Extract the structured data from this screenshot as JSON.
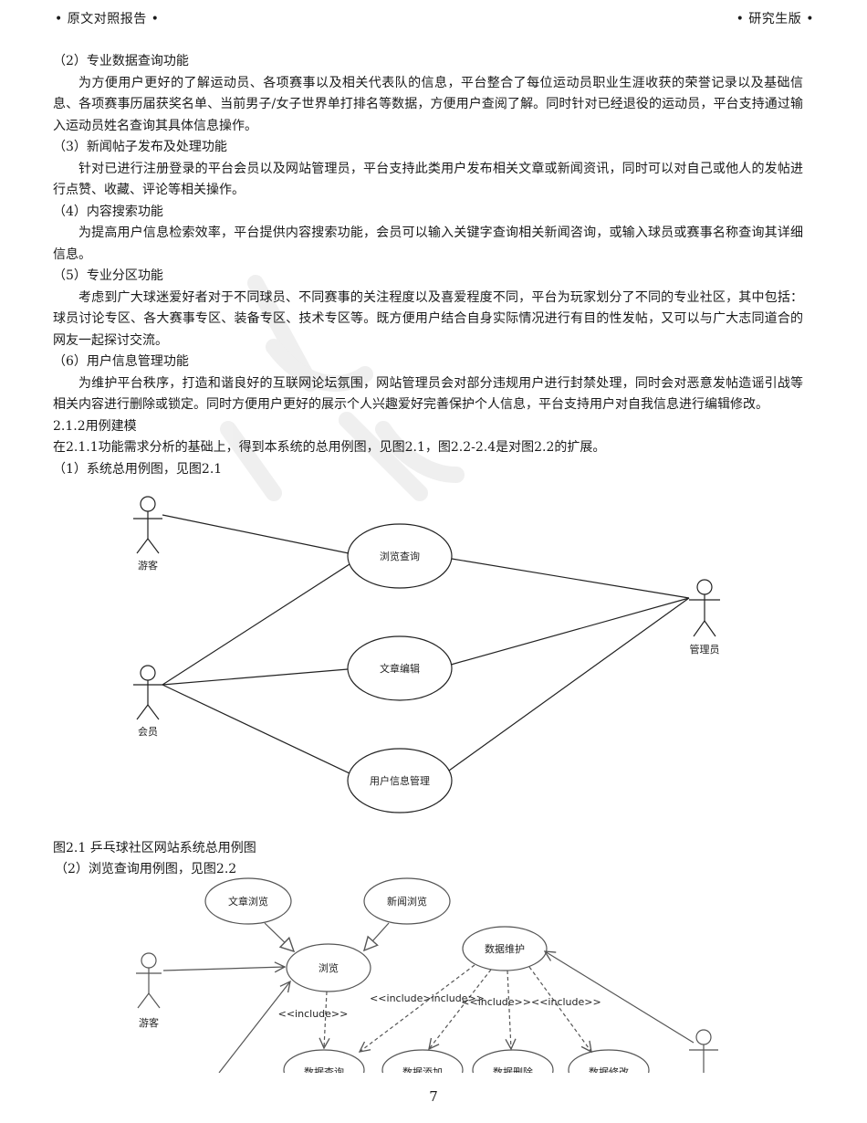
{
  "header": {
    "left": "• 原文对照报告 •",
    "right": "• 研究生版 •"
  },
  "paragraphs": [
    {
      "kind": "heading",
      "text": "（2）专业数据查询功能"
    },
    {
      "kind": "body",
      "text": "为方便用户更好的了解运动员、各项赛事以及相关代表队的信息，平台整合了每位运动员职业生涯收获的荣誉记录以及基础信息、各项赛事历届获奖名单、当前男子/女子世界单打排名等数据，方便用户查阅了解。同时针对已经退役的运动员，平台支持通过输入运动员姓名查询其具体信息操作。"
    },
    {
      "kind": "heading",
      "text": "（3）新闻帖子发布及处理功能"
    },
    {
      "kind": "body",
      "text": "针对已进行注册登录的平台会员以及网站管理员，平台支持此类用户发布相关文章或新闻资讯，同时可以对自己或他人的发帖进行点赞、收藏、评论等相关操作。"
    },
    {
      "kind": "heading",
      "text": "（4）内容搜索功能"
    },
    {
      "kind": "body",
      "text": "为提高用户信息检索效率，平台提供内容搜索功能，会员可以输入关键字查询相关新闻咨询，或输入球员或赛事名称查询其详细信息。"
    },
    {
      "kind": "heading",
      "text": "（5）专业分区功能"
    },
    {
      "kind": "body",
      "text": "考虑到广大球迷爱好者对于不同球员、不同赛事的关注程度以及喜爱程度不同，平台为玩家划分了不同的专业社区，其中包括：球员讨论专区、各大赛事专区、装备专区、技术专区等。既方便用户结合自身实际情况进行有目的性发帖，又可以与广大志同道合的网友一起探讨交流。"
    },
    {
      "kind": "heading",
      "text": "（6）用户信息管理功能"
    },
    {
      "kind": "body",
      "text": "为维护平台秩序，打造和谐良好的互联网论坛氛围，网站管理员会对部分违规用户进行封禁处理，同时会对恶意发帖造谣引战等相关内容进行删除或锁定。同时方便用户更好的展示个人兴趣爱好完善保护个人信息，平台支持用户对自我信息进行编辑修改。"
    },
    {
      "kind": "plain",
      "text": "2.1.2用例建模"
    },
    {
      "kind": "plain",
      "text": "在2.1.1功能需求分析的基础上，得到本系统的总用例图，见图2.1，图2.2-2.4是对图2.2的扩展。"
    },
    {
      "kind": "heading",
      "text": "（1）系统总用例图，见图2.1"
    }
  ],
  "diagram1": {
    "actors": {
      "visitor": "游客",
      "member": "会员",
      "admin": "管理员"
    },
    "usecases": {
      "browse": "浏览查询",
      "edit": "文章编辑",
      "userinfo": "用户信息管理"
    }
  },
  "caption1": "图2.1 乒乓球社区网站系统总用例图",
  "caption2": "（2）浏览查询用例图，见图2.2",
  "diagram2": {
    "usecases": {
      "article_browse": "文章浏览",
      "news_browse": "新闻浏览",
      "browse": "浏览",
      "maintain": "数据维护",
      "query": "数据查询",
      "add": "数据添加",
      "delete": "数据删除",
      "modify": "数据修改"
    },
    "labels": {
      "include_browse": "<<include>>",
      "include_pair_left": "<<include>include>>",
      "include_pair_right": "<<include>><<include>>"
    },
    "actors": {
      "visitor": "游客"
    }
  },
  "page_number": "7"
}
